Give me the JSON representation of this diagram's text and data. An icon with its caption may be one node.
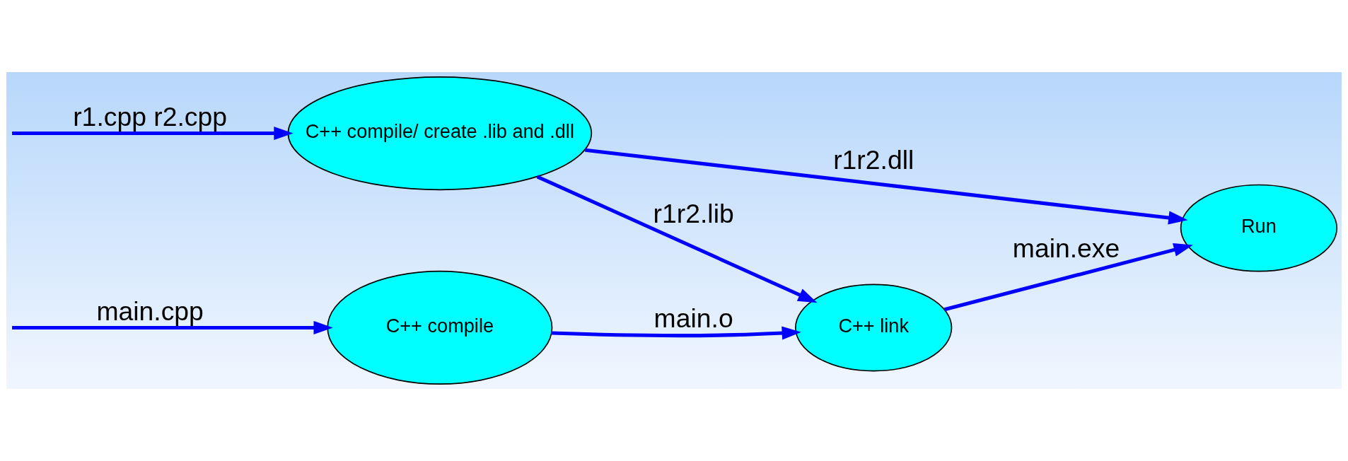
{
  "diagram": {
    "nodes": [
      {
        "text": [
          "C++ compile"
        ]
      },
      {
        "text": [
          "C++ link"
        ]
      },
      {
        "text": [
          "Run"
        ]
      },
      {
        "text": [
          "C++ compile/ create .lib and .dll"
        ]
      }
    ],
    "edges": [
      {
        "from": null,
        "to": 0,
        "arrow": "to",
        "label": "main.cpp"
      },
      {
        "from": 0,
        "to": 1,
        "arrow": "to",
        "label": "main.o"
      },
      {
        "from": 1,
        "to": 2,
        "arrow": "to",
        "label": "main.exe"
      },
      {
        "from": null,
        "to": 3,
        "arrow": "to",
        "label": "r1.cpp r2.cpp"
      },
      {
        "from": 3,
        "to": 1,
        "arrow": "to",
        "label": "r1r2.lib"
      },
      {
        "from": 3,
        "to": 2,
        "arrow": "to",
        "label": "r1r2.dll"
      }
    ]
  }
}
